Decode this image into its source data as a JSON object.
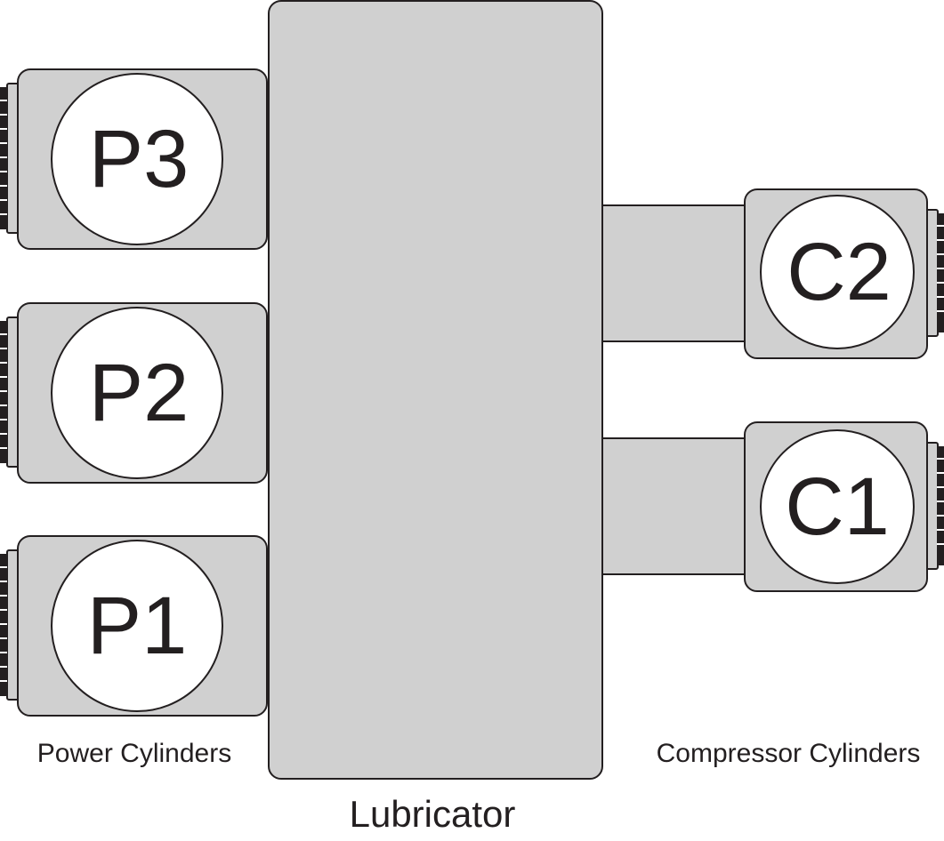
{
  "diagram": {
    "lubricator_label": "Lubricator",
    "power_group_label": "Power Cylinders",
    "compressor_group_label": "Compressor Cylinders",
    "power_cylinders": [
      {
        "label": "P3"
      },
      {
        "label": "P2"
      },
      {
        "label": "P1"
      }
    ],
    "compressor_cylinders": [
      {
        "label": "C2"
      },
      {
        "label": "C1"
      }
    ],
    "colors": {
      "fill_gray": "#d0d0d0",
      "stroke": "#231f20",
      "circle_fill": "#ffffff"
    }
  }
}
